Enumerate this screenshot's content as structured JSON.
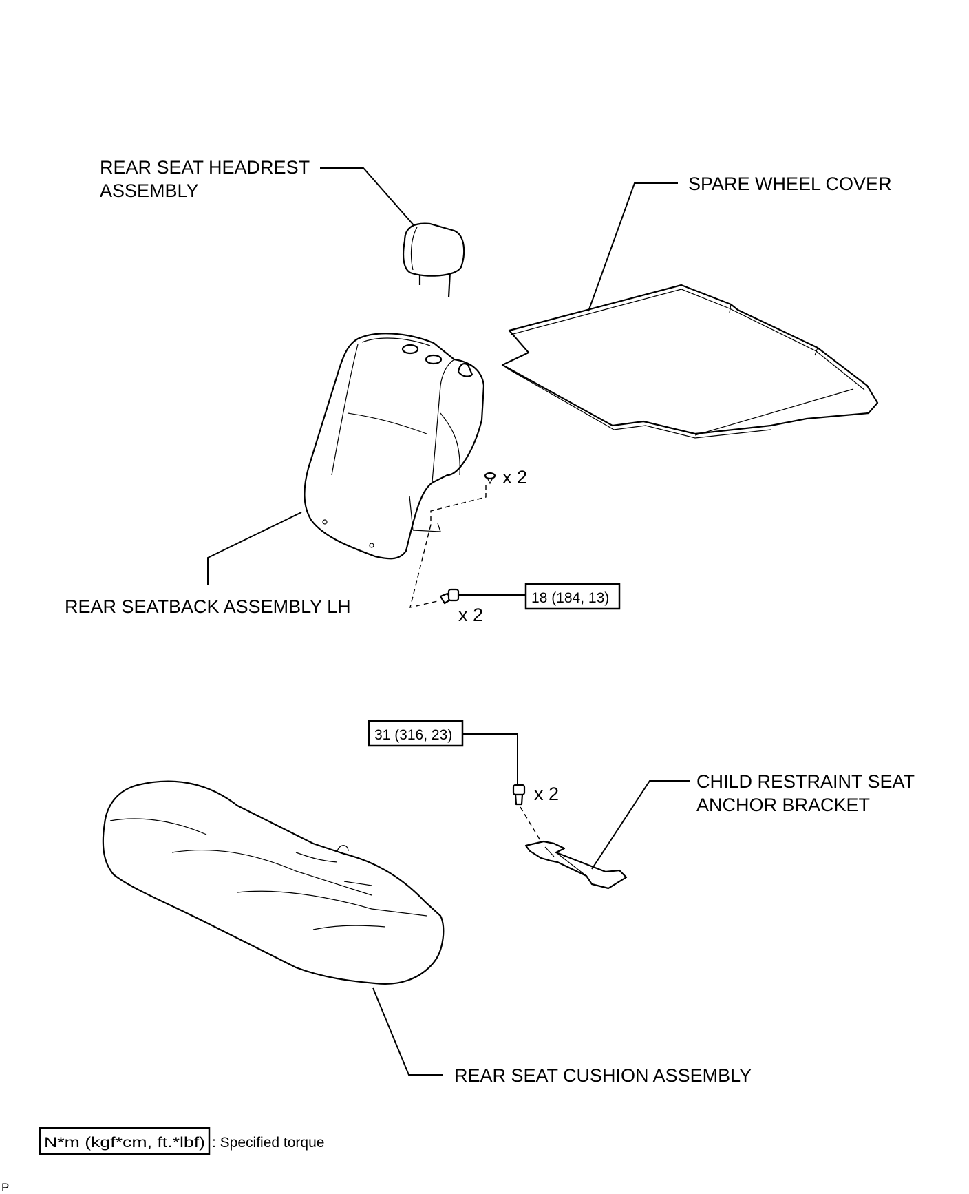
{
  "labels": {
    "headrest": [
      "REAR SEAT HEADREST",
      "ASSEMBLY"
    ],
    "spare_wheel_cover": "SPARE WHEEL COVER",
    "seatback": "REAR SEATBACK ASSEMBLY LH",
    "child_anchor": [
      "CHILD RESTRAINT SEAT",
      "ANCHOR BRACKET"
    ],
    "cushion": "REAR SEAT CUSHION ASSEMBLY"
  },
  "quantities": {
    "clip": "x 2",
    "seatback_bolt": "x 2",
    "anchor_bolt": "x 2"
  },
  "torques": {
    "seatback_bolt": "18 (184, 13)",
    "anchor_bolt": "31 (316, 23)"
  },
  "legend": {
    "unit": "N*m (kgf*cm, ft.*lbf)",
    "description": ": Specified torque"
  },
  "corner_mark": "P"
}
